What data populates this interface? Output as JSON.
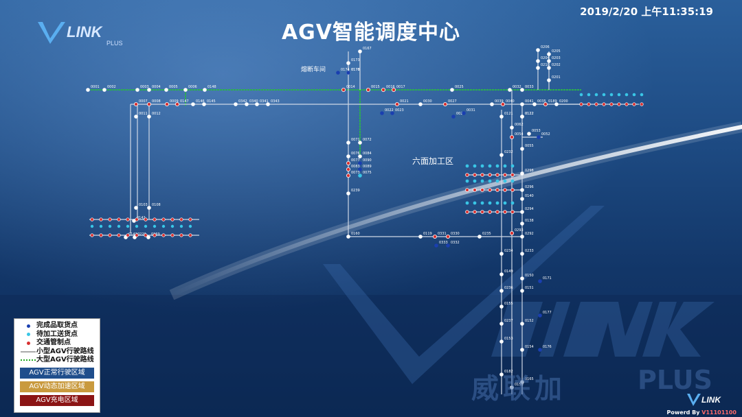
{
  "header": {
    "title": "AGV智能调度中心",
    "datetime": "2019/2/20 上午11:35:19",
    "logo_text": "PLUS"
  },
  "areas": {
    "cutting_workshop": "熔断车间",
    "six_face_zone": "六面加工区"
  },
  "legend": {
    "items": [
      {
        "label": "完成品取货点",
        "symbol": "dot",
        "color": "#1a3fb0"
      },
      {
        "label": "待加工送货点",
        "symbol": "dot",
        "color": "#39c6e6"
      },
      {
        "label": "交通管制点",
        "symbol": "dot",
        "color": "#d83030"
      },
      {
        "label": "小型AGV行驶路线",
        "symbol": "line",
        "color": "#aaaaaa"
      },
      {
        "label": "大型AGV行驶路线",
        "symbol": "dotted",
        "color": "#22aa22"
      }
    ],
    "zones": [
      {
        "label": "AGV正常行驶区域",
        "color": "#1f4e8c"
      },
      {
        "label": "AGV动态加速区域",
        "color": "#c99a3e"
      },
      {
        "label": "AGV充电区域",
        "color": "#8b1414"
      }
    ]
  },
  "watermark": {
    "cn": "威联加",
    "plus": "PLUS"
  },
  "footer": {
    "powered": "Powerd By",
    "version": "V11101100"
  },
  "colors": {
    "node_white": "#ffffff",
    "node_red": "#d83030",
    "node_blue": "#1a3fb0",
    "node_cyan": "#39c6e6",
    "route_small": "#cfd8e6",
    "route_large": "#2bb24c"
  },
  "nodes": [
    {
      "id": "0001",
      "kind": "white"
    },
    {
      "id": "0002",
      "kind": "white"
    },
    {
      "id": "0003",
      "kind": "white"
    },
    {
      "id": "0004",
      "kind": "white"
    },
    {
      "id": "0005",
      "kind": "white"
    },
    {
      "id": "0006",
      "kind": "white"
    },
    {
      "id": "0148",
      "kind": "white"
    },
    {
      "id": "0007",
      "kind": "red"
    },
    {
      "id": "0008",
      "kind": "red"
    },
    {
      "id": "0009",
      "kind": "red"
    },
    {
      "id": "0147",
      "kind": "red"
    },
    {
      "id": "0146",
      "kind": "white"
    },
    {
      "id": "0145",
      "kind": "white"
    },
    {
      "id": "0342",
      "kind": "white"
    },
    {
      "id": "0340",
      "kind": "white"
    },
    {
      "id": "0341",
      "kind": "white"
    },
    {
      "id": "0343",
      "kind": "white"
    },
    {
      "id": "0011",
      "kind": "white"
    },
    {
      "id": "0012",
      "kind": "white"
    },
    {
      "id": "0103",
      "kind": "white"
    },
    {
      "id": "0108",
      "kind": "white"
    },
    {
      "id": "0167",
      "kind": "white"
    },
    {
      "id": "0173",
      "kind": "white"
    },
    {
      "id": "0178",
      "kind": "white"
    },
    {
      "id": "0174",
      "kind": "blue"
    },
    {
      "id": "0014",
      "kind": "red"
    },
    {
      "id": "0015",
      "kind": "red"
    },
    {
      "id": "0016",
      "kind": "red"
    },
    {
      "id": "0017",
      "kind": "red"
    },
    {
      "id": "0025",
      "kind": "white"
    },
    {
      "id": "0032",
      "kind": "white"
    },
    {
      "id": "0033",
      "kind": "white"
    },
    {
      "id": "0030",
      "kind": "white"
    },
    {
      "id": "0027",
      "kind": "red"
    },
    {
      "id": "0029",
      "kind": "blue"
    },
    {
      "id": "0031",
      "kind": "blue"
    },
    {
      "id": "0022",
      "kind": "blue"
    },
    {
      "id": "0023",
      "kind": "blue"
    },
    {
      "id": "0021",
      "kind": "red"
    },
    {
      "id": "0039",
      "kind": "white"
    },
    {
      "id": "0040",
      "kind": "red"
    },
    {
      "id": "0041",
      "kind": "white"
    },
    {
      "id": "0035",
      "kind": "white"
    },
    {
      "id": "0189",
      "kind": "red"
    },
    {
      "id": "0200",
      "kind": "white"
    },
    {
      "id": "0205",
      "kind": "white"
    },
    {
      "id": "0206",
      "kind": "white"
    },
    {
      "id": "0204",
      "kind": "white"
    },
    {
      "id": "0203",
      "kind": "white"
    },
    {
      "id": "0210",
      "kind": "white"
    },
    {
      "id": "0202",
      "kind": "white"
    },
    {
      "id": "0201",
      "kind": "white"
    },
    {
      "id": "0121",
      "kind": "white"
    },
    {
      "id": "0122",
      "kind": "white"
    },
    {
      "id": "0062",
      "kind": "white"
    },
    {
      "id": "0054",
      "kind": "red"
    },
    {
      "id": "0053",
      "kind": "white"
    },
    {
      "id": "0052",
      "kind": "blue"
    },
    {
      "id": "0055",
      "kind": "white"
    },
    {
      "id": "0232",
      "kind": "white"
    },
    {
      "id": "0071",
      "kind": "white"
    },
    {
      "id": "0072",
      "kind": "white"
    },
    {
      "id": "0076",
      "kind": "white"
    },
    {
      "id": "0084",
      "kind": "white"
    },
    {
      "id": "0077",
      "kind": "red"
    },
    {
      "id": "0090",
      "kind": "blue"
    },
    {
      "id": "0083",
      "kind": "red"
    },
    {
      "id": "0089",
      "kind": "blue"
    },
    {
      "id": "0073",
      "kind": "red"
    },
    {
      "id": "0075",
      "kind": "cyan"
    },
    {
      "id": "0239",
      "kind": "white"
    },
    {
      "id": "0160",
      "kind": "white"
    },
    {
      "id": "0122",
      "kind": "white"
    },
    {
      "id": "0119",
      "kind": "white"
    },
    {
      "id": "0331",
      "kind": "red"
    },
    {
      "id": "0330",
      "kind": "red"
    },
    {
      "id": "0333",
      "kind": "blue"
    },
    {
      "id": "0332",
      "kind": "blue"
    },
    {
      "id": "0235",
      "kind": "white"
    },
    {
      "id": "0293",
      "kind": "red"
    },
    {
      "id": "0292",
      "kind": "white"
    },
    {
      "id": "0234",
      "kind": "white"
    },
    {
      "id": "0233",
      "kind": "white"
    },
    {
      "id": "0298",
      "kind": "white"
    },
    {
      "id": "0296",
      "kind": "white"
    },
    {
      "id": "0140",
      "kind": "white"
    },
    {
      "id": "0294",
      "kind": "white"
    },
    {
      "id": "0138",
      "kind": "white"
    },
    {
      "id": "0149",
      "kind": "white"
    },
    {
      "id": "0150",
      "kind": "white"
    },
    {
      "id": "0171",
      "kind": "blue"
    },
    {
      "id": "0236",
      "kind": "white"
    },
    {
      "id": "0151",
      "kind": "white"
    },
    {
      "id": "0155",
      "kind": "white"
    },
    {
      "id": "0177",
      "kind": "blue"
    },
    {
      "id": "0237",
      "kind": "white"
    },
    {
      "id": "0152",
      "kind": "white"
    },
    {
      "id": "0153",
      "kind": "white"
    },
    {
      "id": "0154",
      "kind": "white"
    },
    {
      "id": "0176",
      "kind": "blue"
    },
    {
      "id": "0182",
      "kind": "white"
    },
    {
      "id": "0165",
      "kind": "white"
    },
    {
      "id": "0178",
      "kind": "blue"
    },
    {
      "id": "0158",
      "kind": "white"
    },
    {
      "id": "0143",
      "kind": "white"
    },
    {
      "id": "0220",
      "kind": "white"
    },
    {
      "id": "0269",
      "kind": "white"
    },
    {
      "id": "0142",
      "kind": "white"
    }
  ]
}
